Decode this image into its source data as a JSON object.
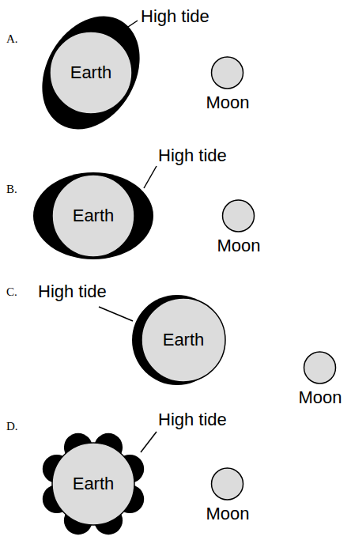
{
  "diagram": {
    "nodes": [
      {
        "text": [
          "Earth"
        ]
      },
      {
        "text": [
          "Moon"
        ]
      },
      {
        "text": [
          "Earth"
        ]
      },
      {
        "text": [
          "Moon"
        ]
      },
      {
        "text": [
          "Earth"
        ]
      },
      {
        "text": [
          "Moon"
        ]
      },
      {
        "text": [
          "Earth"
        ]
      },
      {
        "text": [
          "Moon"
        ]
      }
    ],
    "labels": [
      "A.",
      "High tide",
      "B.",
      "High tide",
      "C.",
      "High tide",
      "D.",
      "High tide"
    ]
  }
}
